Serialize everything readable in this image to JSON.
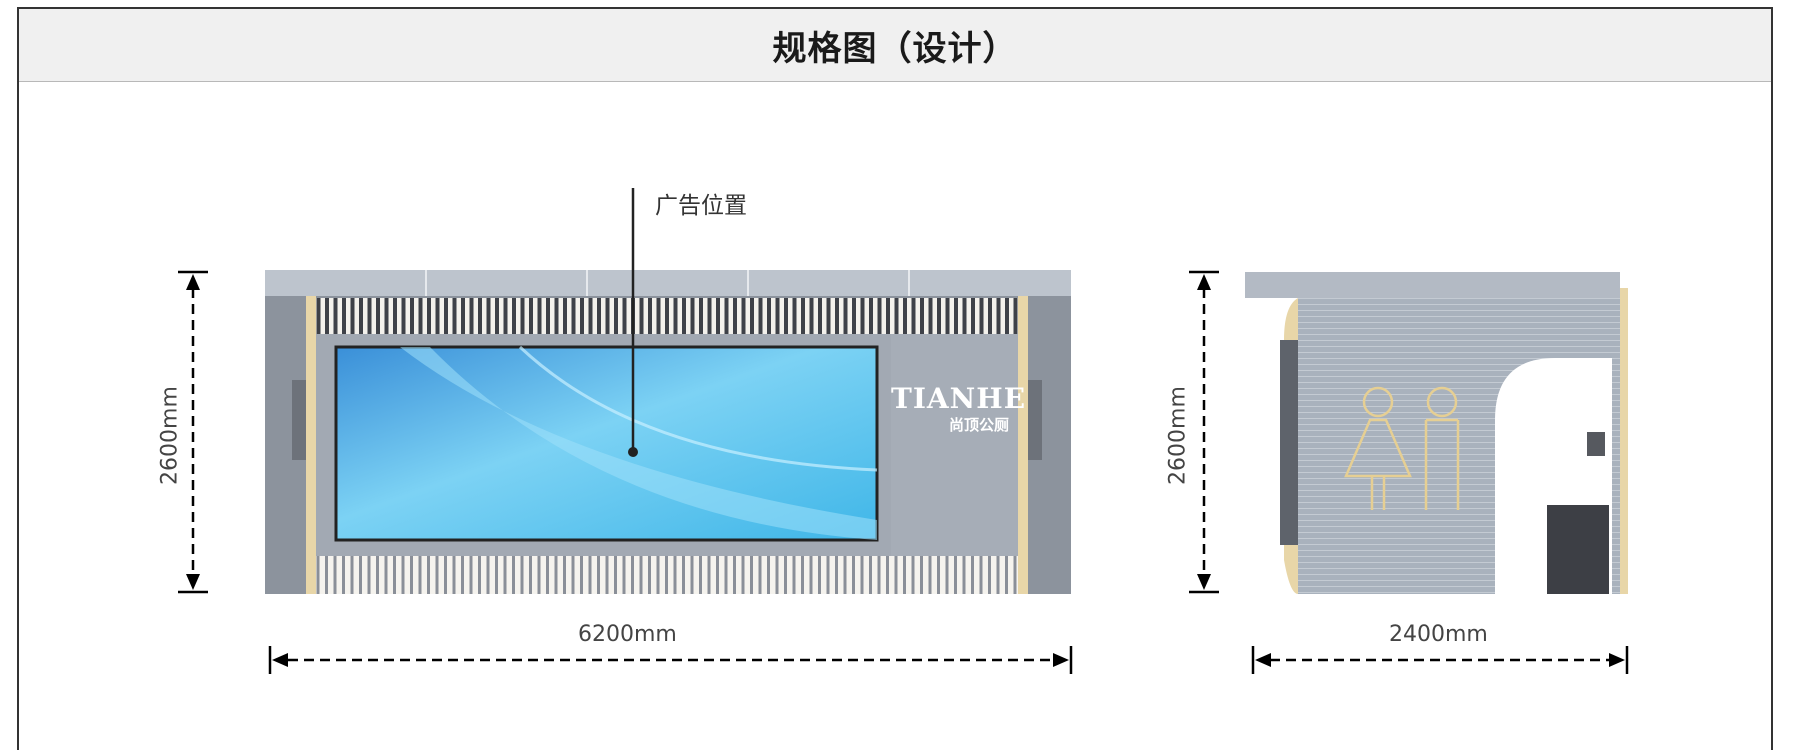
{
  "header": {
    "title": "规格图（设计）"
  },
  "front_view": {
    "height_label": "2600mm",
    "width_label": "6200mm",
    "callout_label": "广告位置",
    "brand_name": "TIANHE",
    "brand_subtitle": "尚顶公厕"
  },
  "side_view": {
    "height_label": "2600mm",
    "width_label": "2400mm"
  },
  "colors": {
    "roof": "#bcc3cc",
    "panel": "#9aa1ab",
    "screen": "#5ec8f0",
    "wood_trim": "#e8d6a8",
    "dimension_line": "#000000"
  }
}
